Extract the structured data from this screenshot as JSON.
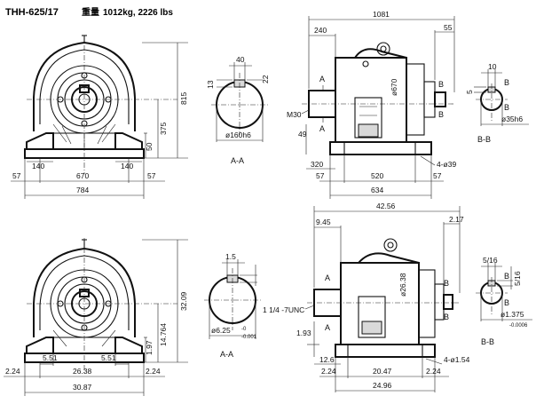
{
  "header": {
    "model": "THH-625/17",
    "weight_label": "重量",
    "weight_value": "1012kg, 2226 lbs"
  },
  "metric": {
    "front": {
      "d815": "815",
      "d375": "375",
      "d50": "50",
      "d140a": "140",
      "d140b": "140",
      "d57a": "57",
      "d670": "670",
      "d57b": "57",
      "d784": "784"
    },
    "shaft": {
      "w40": "40",
      "w13": "13",
      "w22": "22",
      "dia": "ø160h6",
      "label": "A-A"
    },
    "side": {
      "d1081": "1081",
      "d240": "240",
      "d55": "55",
      "m30": "M30",
      "d670": "ø670",
      "d49": "49",
      "d320": "320",
      "d520": "520",
      "d57a": "57",
      "d57b": "57",
      "d634": "634",
      "holes": "4-ø39",
      "A1": "A",
      "A2": "A",
      "B1": "B",
      "B2": "B"
    },
    "bsec": {
      "w10": "10",
      "w5": "5",
      "dia": "ø35h6",
      "label": "B-B",
      "B1": "B",
      "B2": "B"
    }
  },
  "imperial": {
    "front": {
      "d3209": "32.09",
      "d14764": "14.764",
      "d197": "1.97",
      "d224a": "2.24",
      "d551a": "5.51",
      "d2638": "26.38",
      "d551b": "5.51",
      "d224b": "2.24",
      "d3087": "30.87"
    },
    "shaft": {
      "w15": "1.5",
      "dia": "ø6.25",
      "tol_top": "-0",
      "tol_bot": "-0.001",
      "label": "A-A"
    },
    "side": {
      "d4256": "42.56",
      "d945": "9.45",
      "d217": "2.17",
      "d2638": "ø26.38",
      "thread": "1 1/4 -7UNC",
      "d193": "1.93",
      "d126": "12.6",
      "d2047": "20.47",
      "d224a": "2.24",
      "d224b": "2.24",
      "d2496": "24.96",
      "holes": "4-ø1.54",
      "A1": "A",
      "A2": "A",
      "B1": "B",
      "B2": "B"
    },
    "bsec": {
      "w516a": "5/16",
      "w516b": "5/16",
      "dia": "ø1.375",
      "tol": "-0.0006",
      "label": "B-B",
      "B1": "B",
      "B2": "B"
    }
  }
}
